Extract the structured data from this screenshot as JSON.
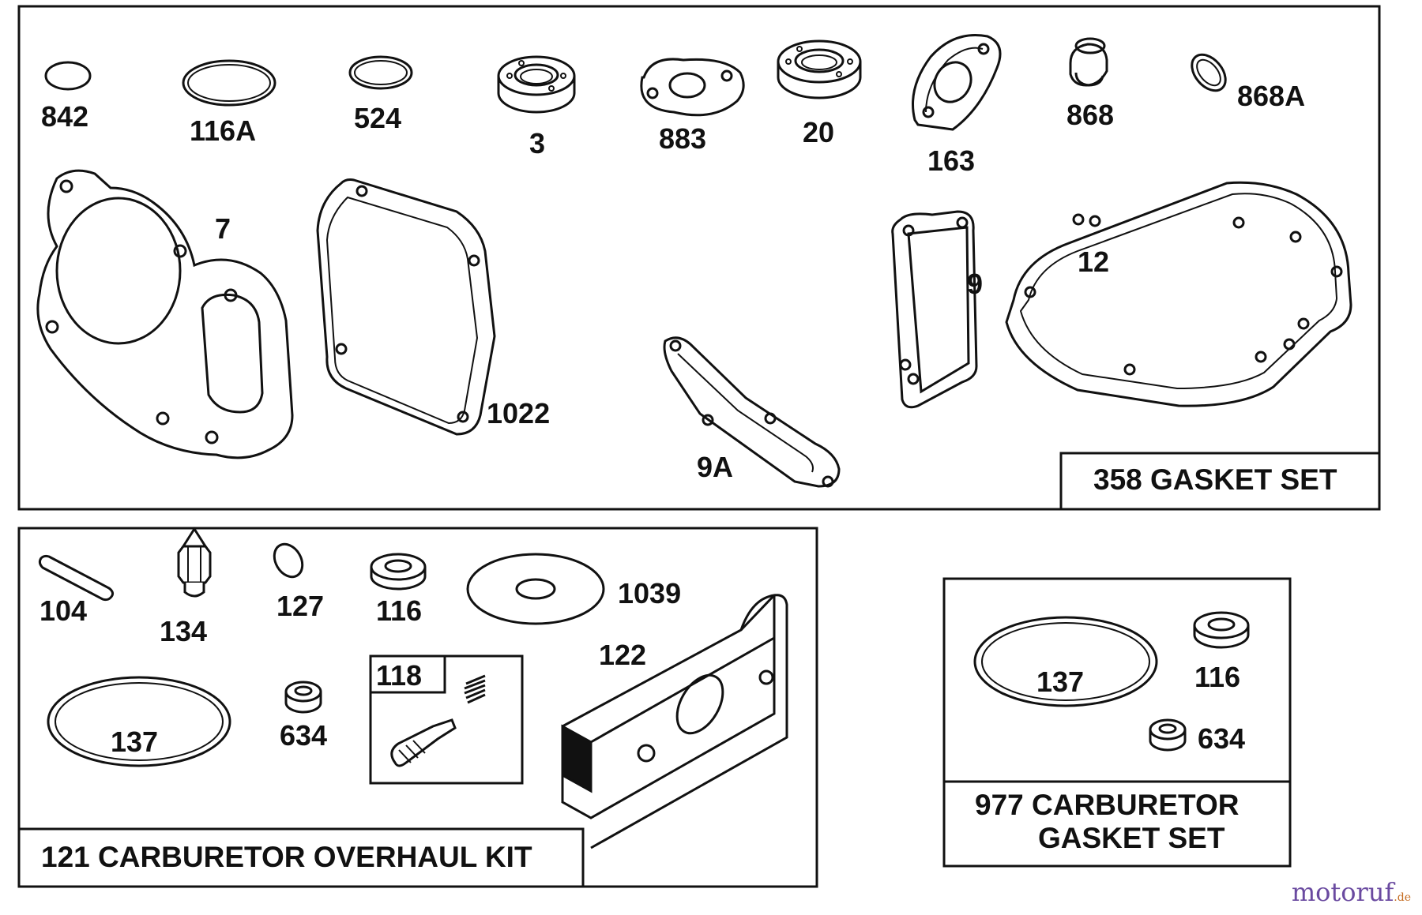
{
  "panels": {
    "gasket_set": {
      "title": "358 GASKET SET"
    },
    "overhaul_kit": {
      "title": "121 CARBURETOR OVERHAUL KIT"
    },
    "carb_gasket_set": {
      "title_line1": "977 CARBURETOR",
      "title_line2": "GASKET SET"
    }
  },
  "parts": {
    "p842": "842",
    "p116A": "116A",
    "p524": "524",
    "p3": "3",
    "p883": "883",
    "p20": "20",
    "p163": "163",
    "p868": "868",
    "p868A": "868A",
    "p7": "7",
    "p1022": "1022",
    "p9A": "9A",
    "p9": "9",
    "p12": "12",
    "p104": "104",
    "p134": "134",
    "p127": "127",
    "p116": "116",
    "p1039": "1039",
    "p122": "122",
    "p118": "118",
    "p137": "137",
    "p634": "634",
    "p137b": "137",
    "p116b": "116",
    "p634b": "634"
  },
  "watermark": {
    "brand": "motoruf",
    "tld": ".de"
  }
}
